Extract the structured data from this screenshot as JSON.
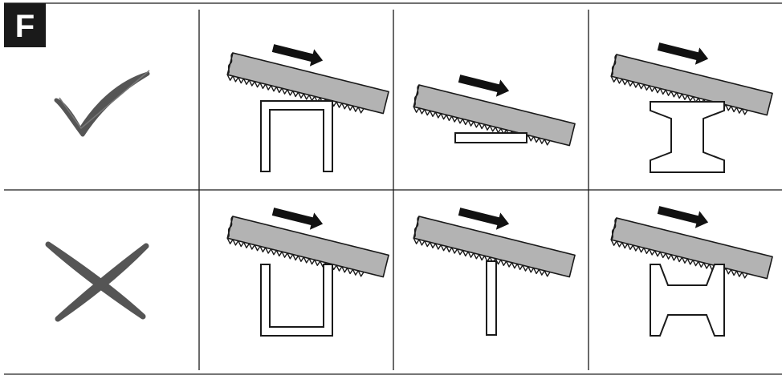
{
  "badge": {
    "label": "F",
    "bg_color": "#1a1a1a",
    "text_color": "#ffffff"
  },
  "colors": {
    "blade": "#b3b3b3",
    "outline": "#1a1a1a",
    "mark": "#555555",
    "arrow": "#111111"
  },
  "rows": [
    {
      "verdict": "correct",
      "mark_icon": "checkmark-icon",
      "cells": [
        {
          "profile": "u-channel-inverted"
        },
        {
          "profile": "flat-bar"
        },
        {
          "profile": "i-beam"
        }
      ]
    },
    {
      "verdict": "incorrect",
      "mark_icon": "cross-icon",
      "cells": [
        {
          "profile": "u-channel"
        },
        {
          "profile": "t-web-upright"
        },
        {
          "profile": "i-beam-sideways"
        }
      ]
    }
  ]
}
